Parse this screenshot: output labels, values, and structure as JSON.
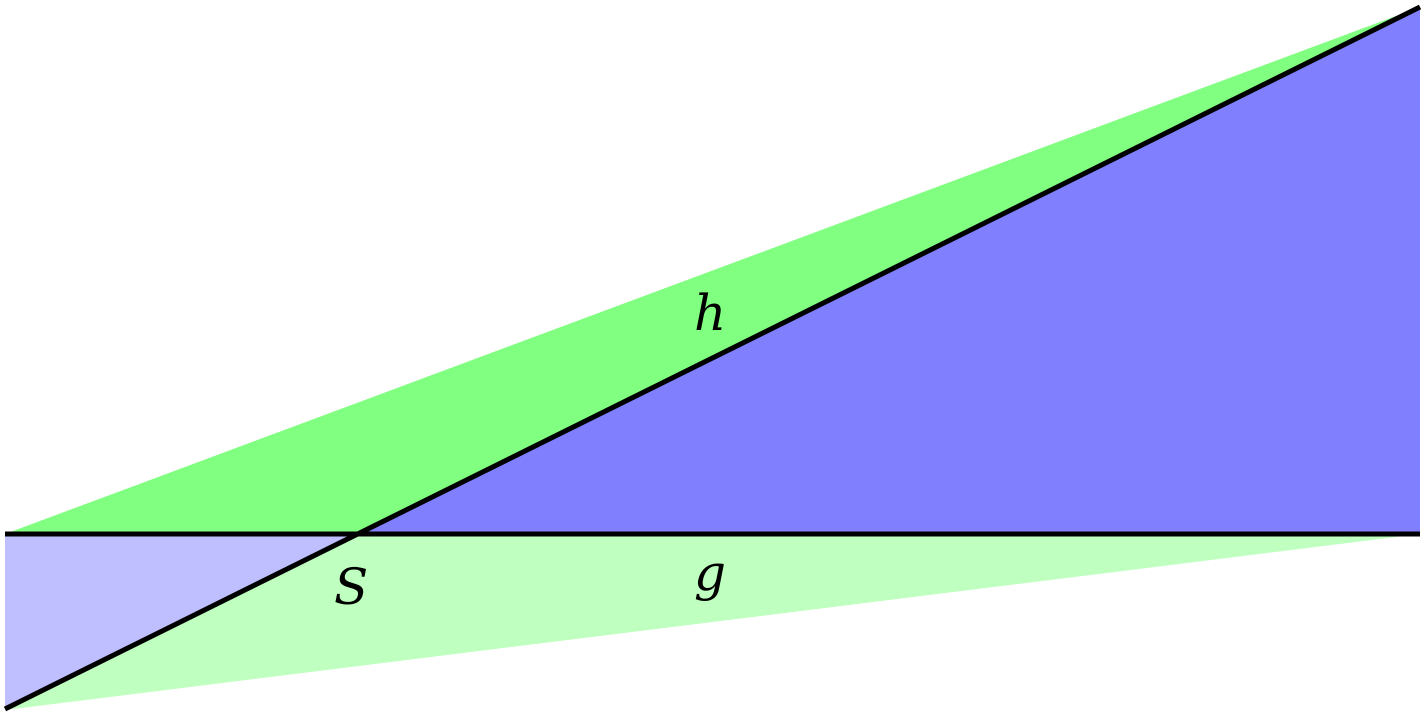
{
  "labels": {
    "line_g": "g",
    "line_h": "h",
    "intersection": "S"
  },
  "colors": {
    "green": "#80ff80",
    "blue": "#8080ff",
    "light_green": "#bfffbf",
    "light_blue": "#bfbfff",
    "line": "#000000",
    "background": "#ffffff"
  }
}
